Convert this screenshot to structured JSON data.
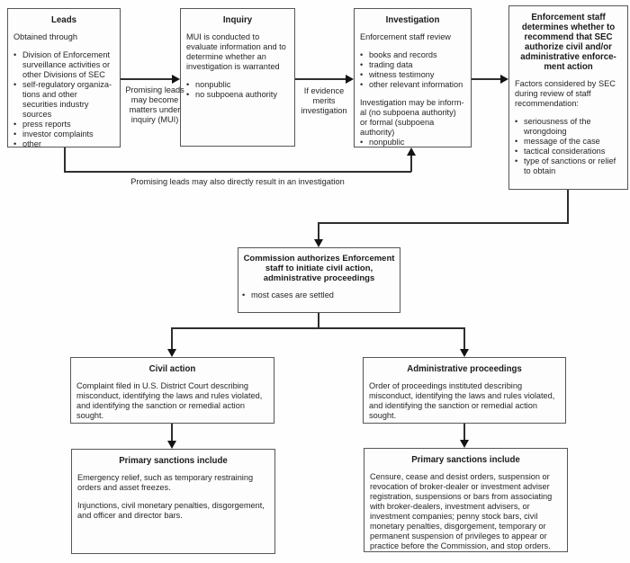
{
  "colors": {
    "background": "#fefefe",
    "box_border": "#565656",
    "connector_line": "#2f2f2f",
    "arrowhead": "#141414",
    "text": "#262626"
  },
  "boxes": {
    "leads": {
      "title": "Leads",
      "blocks": [
        {
          "type": "p",
          "text": "Obtained through"
        },
        {
          "type": "ul",
          "items": [
            "Division of Enforcement surveillance activities or other Divisions of SEC",
            "self-regulatory organiza-tions and other securities industry sources",
            "press reports",
            "investor complaints",
            "other"
          ]
        }
      ]
    },
    "inquiry": {
      "title": "Inquiry",
      "blocks": [
        {
          "type": "p",
          "text": "MUI is conducted to evaluate information and to determine whether an investigation is warranted"
        },
        {
          "type": "ul",
          "items": [
            "nonpublic",
            "no subpoena authority"
          ]
        }
      ]
    },
    "investigation": {
      "title": "Investigation",
      "blocks": [
        {
          "type": "p",
          "text": "Enforcement staff review"
        },
        {
          "type": "ul",
          "items": [
            "books and records",
            "trading data",
            "witness testimony",
            "other relevant information"
          ]
        },
        {
          "type": "p",
          "text": "Investigation may be inform-al (no subpoena authority) or formal (subpoena authority)"
        },
        {
          "type": "ul",
          "tight": true,
          "items": [
            "nonpublic"
          ]
        }
      ]
    },
    "enforcement": {
      "title": "Enforcement staff determines whether to recommend that SEC authorize civil and/or administrative enforce-ment action",
      "blocks": [
        {
          "type": "p",
          "text": "Factors considered by SEC during review of staff recommendation:"
        },
        {
          "type": "ul",
          "items": [
            "seriousness of the wrongdoing",
            "message of the case",
            "tactical considerations",
            "type of sanctions or relief to obtain"
          ]
        }
      ]
    },
    "commission": {
      "title": "Commission authorizes Enforcement staff to initiate civil action, administrative proceedings",
      "blocks": [
        {
          "type": "ul",
          "items": [
            "most cases are settled"
          ]
        }
      ]
    },
    "civil": {
      "title": "Civil action",
      "blocks": [
        {
          "type": "p",
          "text": "Complaint filed in U.S. District Court describing misconduct, identifying the laws and rules violated, and identifying the sanction or remedial action sought."
        }
      ]
    },
    "admin": {
      "title": "Administrative proceedings",
      "blocks": [
        {
          "type": "p",
          "text": "Order of proceedings instituted describing misconduct, identifying the laws and rules violated, and identifying the sanction or remedial action sought."
        }
      ]
    },
    "sanctions_left": {
      "title": "Primary sanctions include",
      "blocks": [
        {
          "type": "p",
          "text": "Emergency relief, such as temporary restraining orders and asset freezes."
        },
        {
          "type": "p",
          "text": "Injunctions, civil monetary penalties, disgorgement, and officer and director bars."
        }
      ]
    },
    "sanctions_right": {
      "title": "Primary sanctions include",
      "blocks": [
        {
          "type": "p",
          "text": "Censure, cease and desist orders, suspension or revocation of broker-dealer or investment adviser registration, suspensions or bars from associating with broker-dealers, investment advisers, or investment companies; penny stock bars, civil monetary penalties, disgorgement, temporary or permanent suspension of privileges to appear or practice before the Commission, and stop orders."
        }
      ]
    }
  },
  "edge_labels": {
    "mui": "Promising leads may become matters under inquiry (MUI)",
    "evidence": "If evidence merits investigation",
    "direct": "Promising leads may also directly result in an investigation"
  }
}
